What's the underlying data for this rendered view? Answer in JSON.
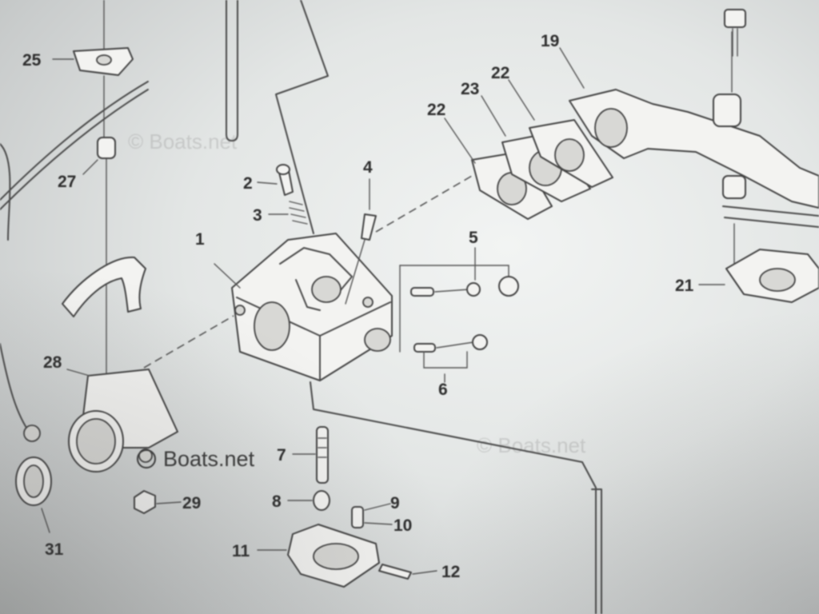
{
  "diagram": {
    "callouts": {
      "c1": "1",
      "c2": "2",
      "c3": "3",
      "c4": "4",
      "c5": "5",
      "c6": "6",
      "c7": "7",
      "c8": "8",
      "c9": "9",
      "c10": "10",
      "c11": "11",
      "c12": "12",
      "c19": "19",
      "c21": "21",
      "c22a": "22",
      "c22b": "22",
      "c23": "23",
      "c25": "25",
      "c27": "27",
      "c28": "28",
      "c29": "29",
      "c31": "31"
    },
    "watermark": {
      "main": "Boats.net",
      "faint": [
        "© Boats.net",
        "© Boats.net"
      ]
    }
  }
}
